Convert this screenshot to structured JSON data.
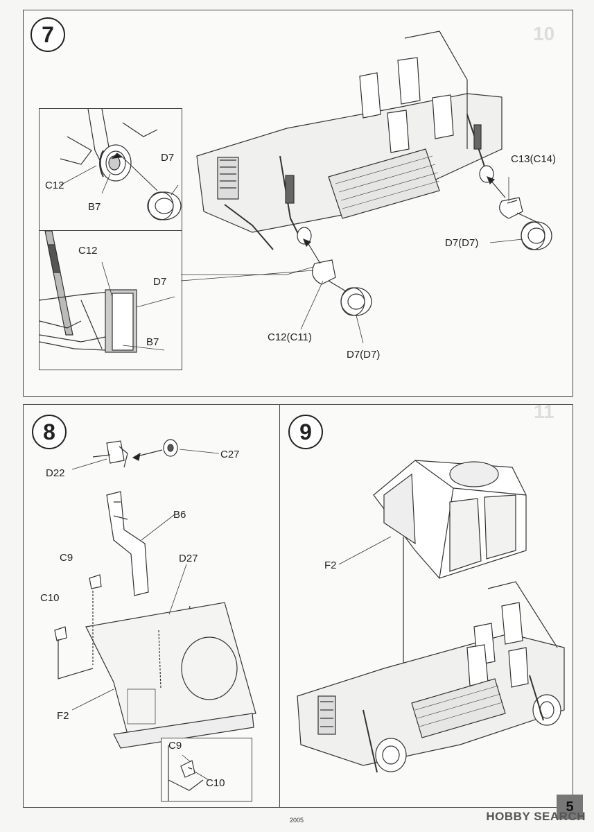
{
  "steps": {
    "step7": {
      "number": "7",
      "labels": {
        "c12_inset": "C12",
        "b7_inset": "B7",
        "d7_inset": "D7",
        "c12_lower": "C12",
        "d7_lower": "D7",
        "b7_lower": "B7",
        "c13_c14": "C13(C14)",
        "d7_d7_right": "D7(D7)",
        "c12_c11": "C12(C11)",
        "d7_d7_bottom": "D7(D7)"
      }
    },
    "step8": {
      "number": "8",
      "labels": {
        "d22": "D22",
        "c27": "C27",
        "b6": "B6",
        "c9": "C9",
        "d27": "D27",
        "c10": "C10",
        "f2": "F2",
        "c9_inset": "C9",
        "c10_inset": "C10"
      }
    },
    "step9": {
      "number": "9",
      "labels": {
        "f2": "F2"
      }
    }
  },
  "ghost_numbers": {
    "ten": "10",
    "eleven": "11"
  },
  "footer": {
    "page_number": "5",
    "print_code": "2005",
    "watermark": "HOBBY SEARCH"
  }
}
